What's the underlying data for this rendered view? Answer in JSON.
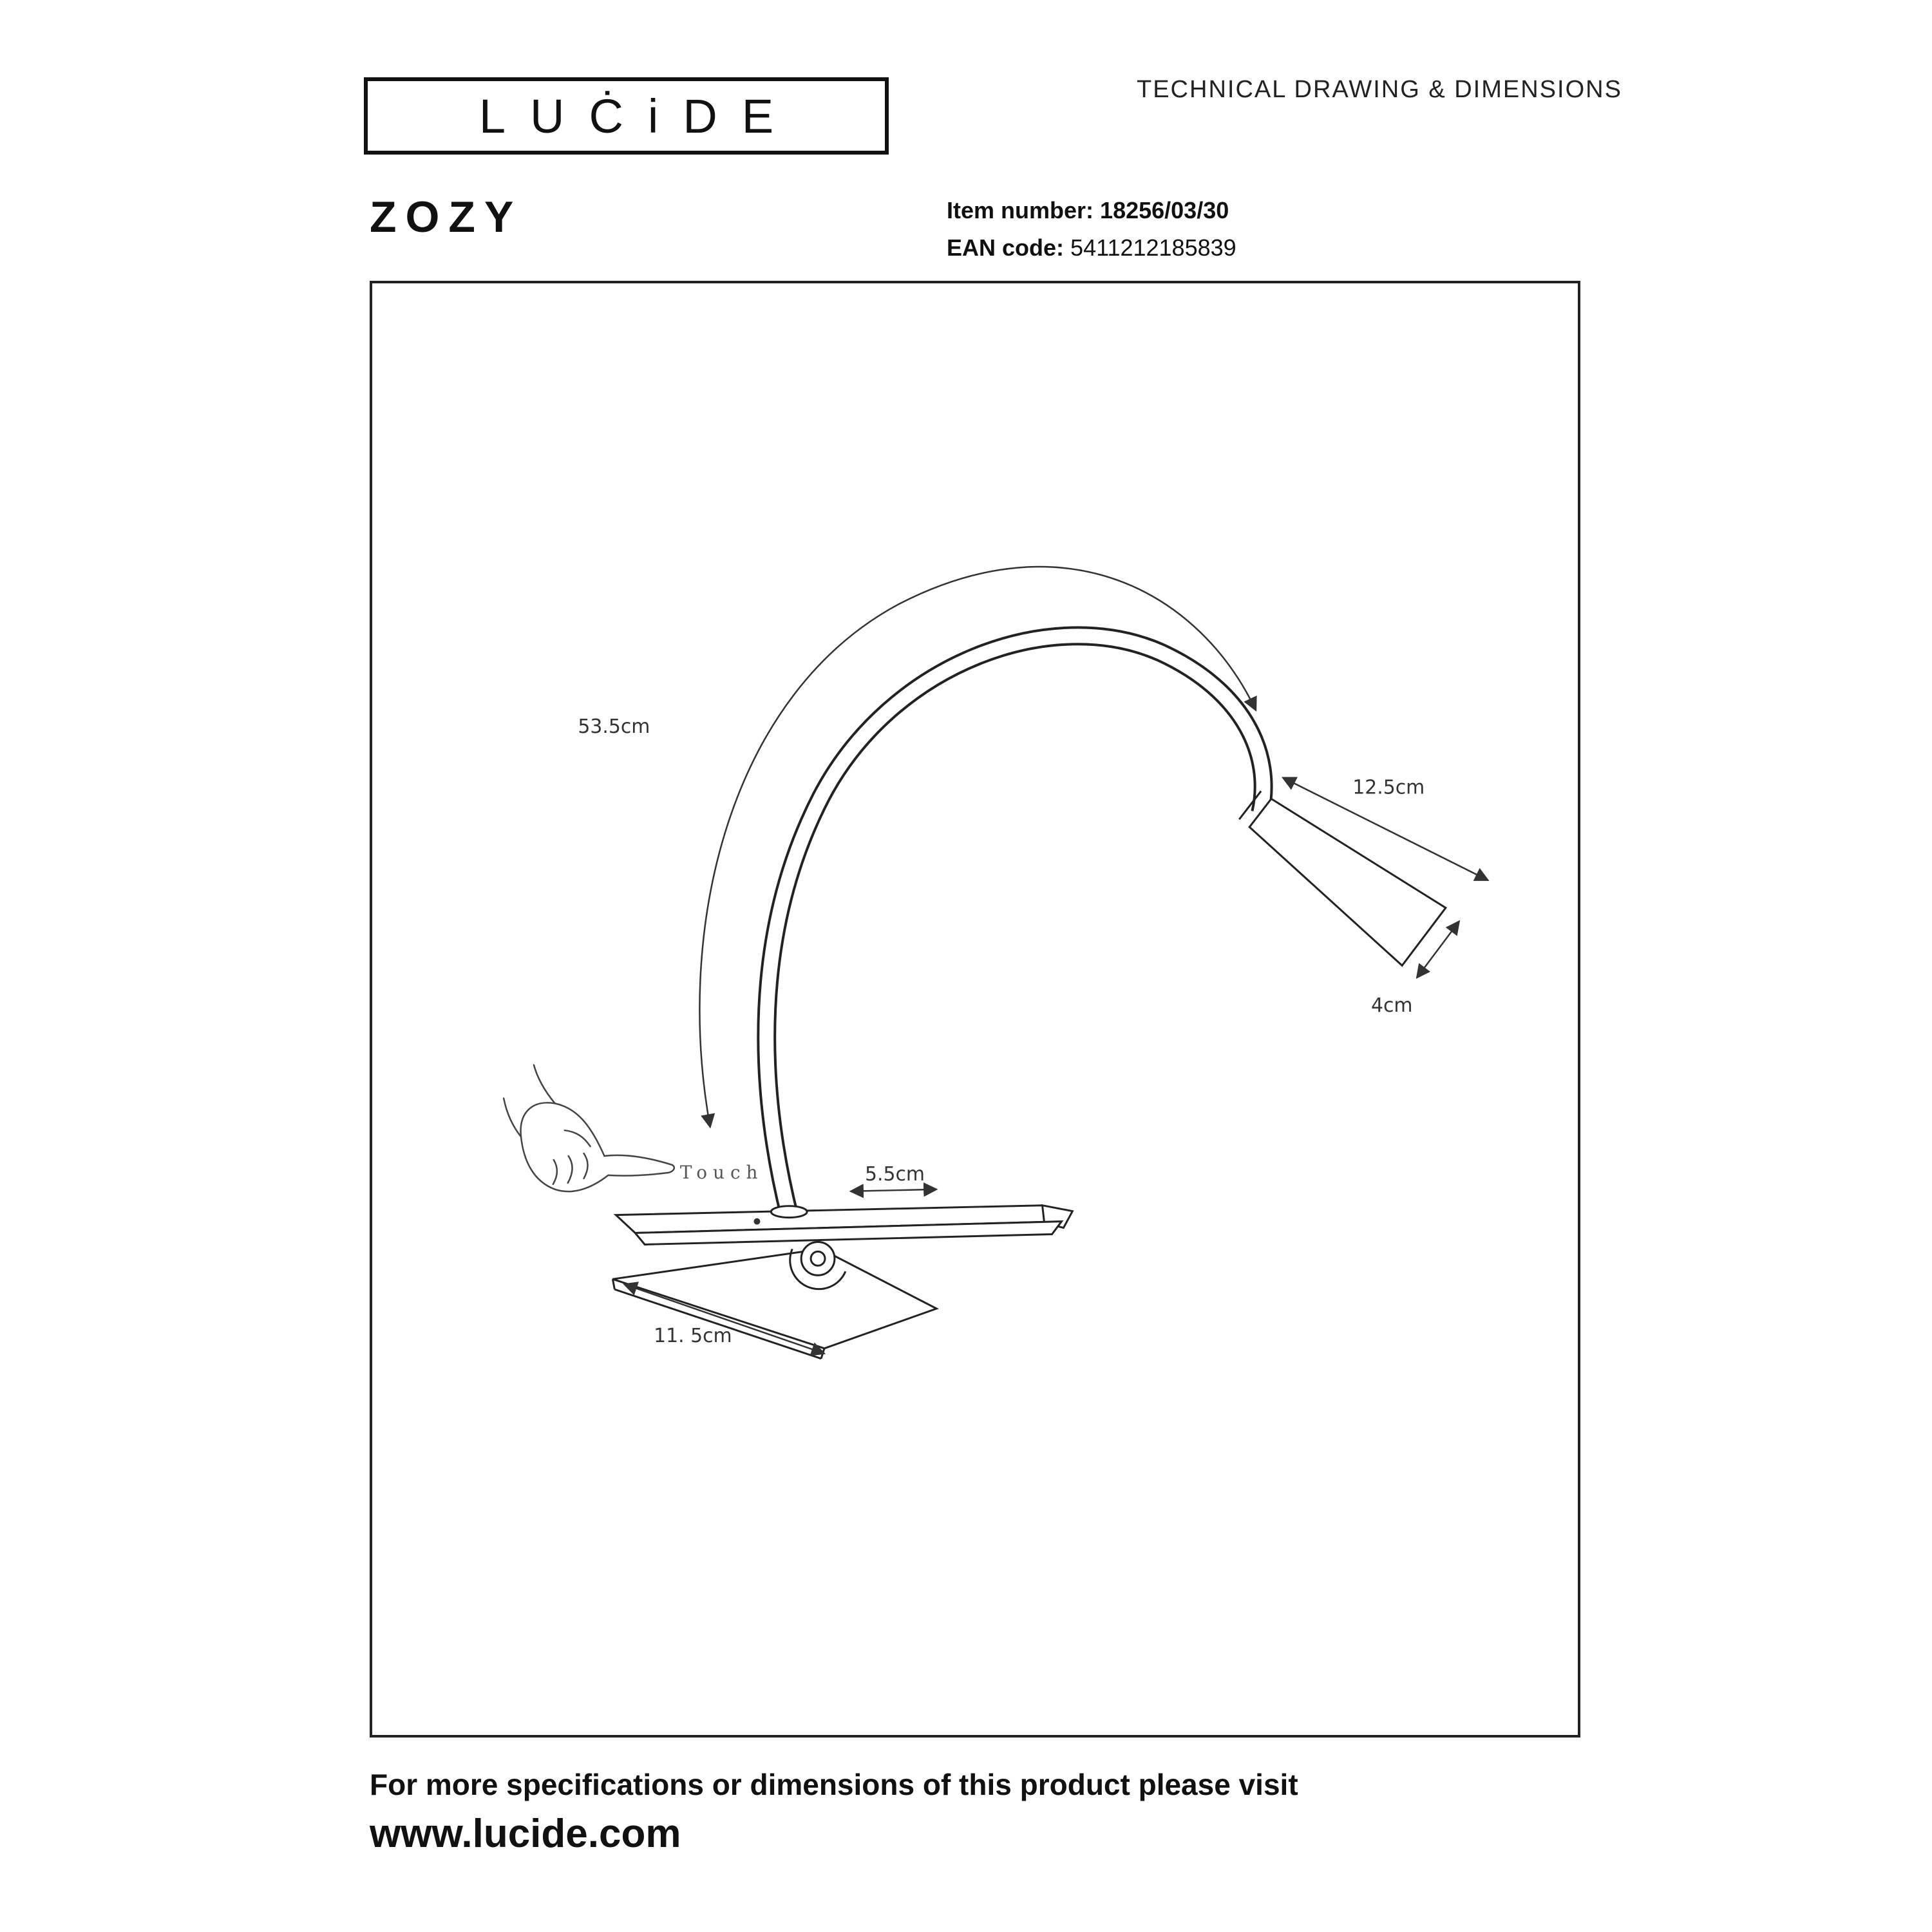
{
  "header": {
    "logo_text": "LUĊiDE",
    "doc_title": "TECHNICAL DRAWING & DIMENSIONS",
    "product_name": "ZOZY",
    "item_number_label": "Item number:",
    "item_number_value": "18256/03/30",
    "ean_label": "EAN code:",
    "ean_value": "5411212185839"
  },
  "drawing": {
    "labels": {
      "arm_length": "53.5cm",
      "head_length": "12.5cm",
      "head_diameter": "4cm",
      "base_width": "5.5cm",
      "clamp_length": "11. 5cm",
      "touch": "Touch"
    }
  },
  "footer": {
    "note": "For more specifications or dimensions of this product please visit",
    "website": "www.lucide.com"
  }
}
